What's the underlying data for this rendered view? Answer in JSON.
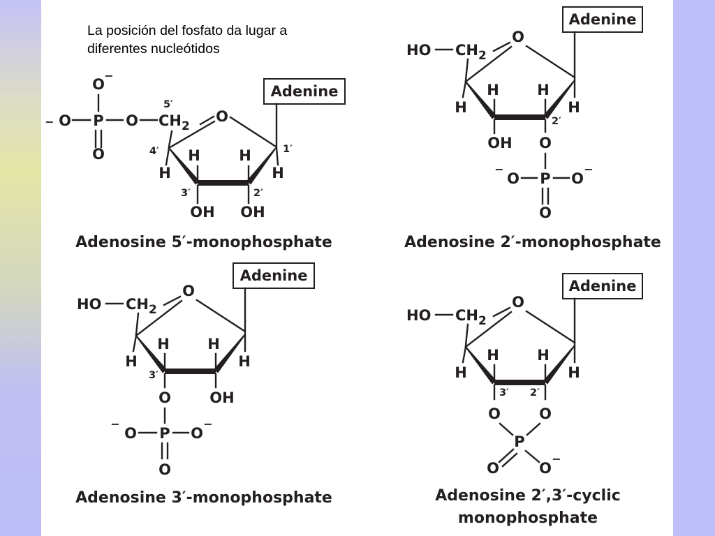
{
  "slide": {
    "caption_line1": "La posición del fosfato da lugar a",
    "caption_line2": "diferentes nucleótidos"
  },
  "colors": {
    "background_band": "#bfbff9",
    "panel": "#ffffff",
    "ink": "#231f20"
  },
  "molecules": {
    "amp5": {
      "base": "Adenine",
      "title": "Adenosine 5′-monophosphate",
      "labels": {
        "o_top": "O",
        "o_top_charge": "−",
        "o_left": "O",
        "o_left_charge": "−",
        "p": "P",
        "o_bridge": "O",
        "ch2": "CH",
        "ch2_sub": "2",
        "o_dbl": "O",
        "ring_o": "O",
        "pos5": "5′",
        "pos4": "4′",
        "pos1": "1′",
        "pos3": "3′",
        "pos2": "2′",
        "h4": "H",
        "h3": "H",
        "h2": "H",
        "h1": "H",
        "oh3": "OH",
        "oh2": "OH"
      }
    },
    "amp2": {
      "base": "Adenine",
      "title": "Adenosine 2′-monophosphate",
      "labels": {
        "ho": "HO",
        "ch2": "CH",
        "ch2_sub": "2",
        "ring_o": "O",
        "h4": "H",
        "h3": "H",
        "h2": "H",
        "h1": "H",
        "pos2": "2′",
        "oh3": "OH",
        "o_ester": "O",
        "p": "P",
        "o_left": "O",
        "o_left_charge": "−",
        "o_right": "O",
        "o_right_charge": "−",
        "o_dbl": "O"
      }
    },
    "amp3": {
      "base": "Adenine",
      "title": "Adenosine 3′-monophosphate",
      "labels": {
        "ho": "HO",
        "ch2": "CH",
        "ch2_sub": "2",
        "ring_o": "O",
        "h4": "H",
        "h3": "H",
        "h2": "H",
        "h1": "H",
        "pos3": "3′",
        "oh2": "OH",
        "o_ester": "O",
        "p": "P",
        "o_left": "O",
        "o_left_charge": "−",
        "o_right": "O",
        "o_right_charge": "−",
        "o_dbl": "O"
      }
    },
    "camp": {
      "base": "Adenine",
      "title_line1": "Adenosine 2′,3′-cyclic",
      "title_line2": "monophosphate",
      "labels": {
        "ho": "HO",
        "ch2": "CH",
        "ch2_sub": "2",
        "ring_o": "O",
        "h4": "H",
        "h3": "H",
        "h2": "H",
        "h1": "H",
        "pos3": "3′",
        "pos2": "2′",
        "o3": "O",
        "o2": "O",
        "p": "P",
        "o_dbl": "O",
        "o_neg": "O",
        "o_neg_charge": "−"
      }
    }
  }
}
